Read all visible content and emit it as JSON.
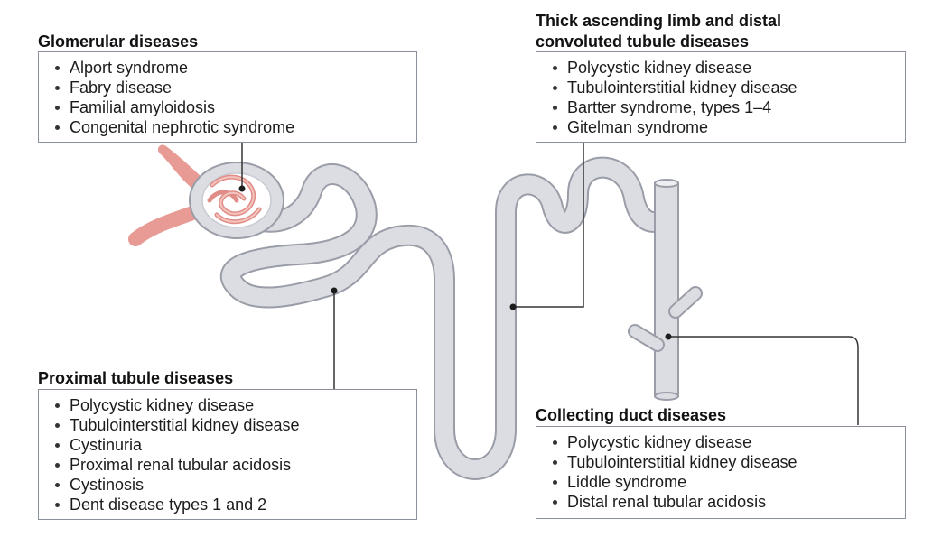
{
  "colors": {
    "tubule": "#dcdde3",
    "tubule_outline": "#9a9da8",
    "vessel": "#e89a94",
    "vessel_light": "#f4c4be",
    "box_border": "#8a8f9c",
    "leader": "#333333"
  },
  "glomerular": {
    "title": "Glomerular diseases",
    "items": [
      "Alport syndrome",
      "Fabry disease",
      "Familial amyloidosis",
      "Congenital nephrotic syndrome"
    ]
  },
  "thick_ascending": {
    "title_line1": "Thick ascending limb and distal",
    "title_line2": "convoluted tubule diseases",
    "items": [
      "Polycystic kidney disease",
      "Tubulointerstitial kidney disease",
      "Bartter syndrome, types 1–4",
      "Gitelman syndrome"
    ]
  },
  "proximal": {
    "title": "Proximal tubule diseases",
    "items": [
      "Polycystic kidney disease",
      "Tubulointerstitial  kidney disease",
      "Cystinuria",
      "Proximal renal tubular acidosis",
      "Cystinosis",
      "Dent disease types 1 and 2"
    ]
  },
  "collecting": {
    "title": "Collecting duct diseases",
    "items": [
      "Polycystic kidney disease",
      "Tubulointerstitial kidney disease",
      "Liddle syndrome",
      "Distal renal tubular acidosis"
    ]
  }
}
